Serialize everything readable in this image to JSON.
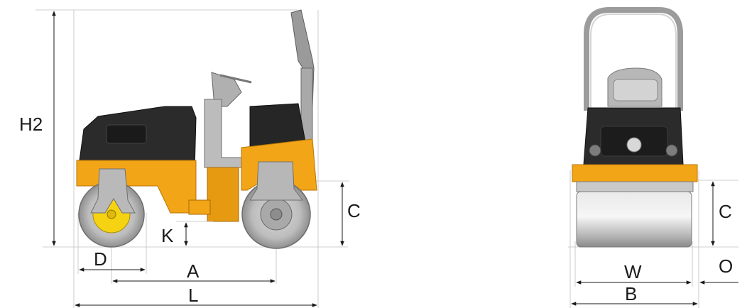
{
  "diagram": {
    "side_view": {
      "labels": {
        "H2": "H2",
        "C": "C",
        "K": "K",
        "D": "D",
        "A": "A",
        "L": "L"
      }
    },
    "front_view": {
      "labels": {
        "C": "C",
        "W": "W",
        "O": "O",
        "B": "B"
      }
    },
    "colors": {
      "body": "#f2a516",
      "body_dark": "#c97f0a",
      "cab": "#2b2b2b",
      "cab_dark": "#1a1a1a",
      "drum": "#c8c8c8",
      "drum_dark": "#8c8c8c",
      "frame": "#9a9a9a",
      "yellow_plate": "#f5d312",
      "line": "#1a1a1a"
    }
  }
}
